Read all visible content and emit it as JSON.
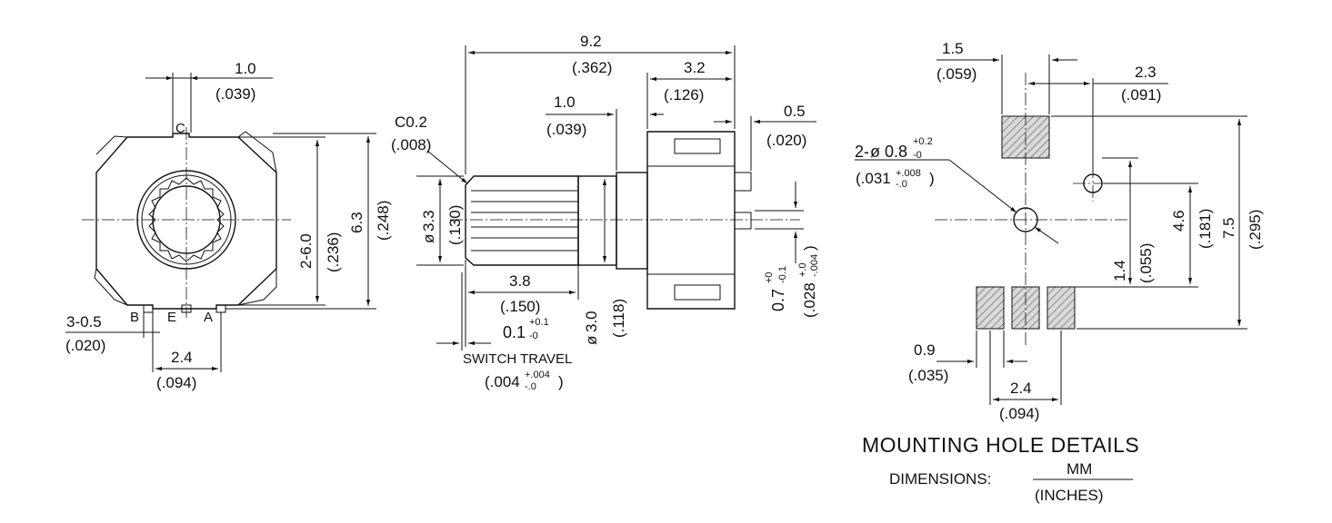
{
  "front_view": {
    "pin_width": {
      "mm": "1.0",
      "in": "(.039)"
    },
    "shaft_dia": {
      "mm": "2-6.0",
      "in": "(.236)"
    },
    "body_size": {
      "mm": "6.3",
      "in": "(.248)"
    },
    "pin_thickness": {
      "mm": "3-0.5",
      "in": "(.020)"
    },
    "pin_pitch": {
      "mm": "2.4",
      "in": "(.094)"
    },
    "pin_labels": {
      "c": "C",
      "b": "B",
      "e": "E",
      "a": "A"
    }
  },
  "side_view": {
    "overall_length": {
      "mm": "9.2",
      "in": "(.362)"
    },
    "housing_length": {
      "mm": "3.2",
      "in": "(.126)"
    },
    "collar": {
      "mm": "1.0",
      "in": "(.039)"
    },
    "terminal": {
      "mm": "0.5",
      "in": "(.020)"
    },
    "chamfer": {
      "mm": "C0.2",
      "in": "(.008)"
    },
    "knurl_dia": {
      "mm": "3.3",
      "in": "(.130)"
    },
    "knurl_length": {
      "mm": "3.8",
      "in": "(.150)"
    },
    "shaft_dia": {
      "mm": "3.0",
      "in": "(.118)"
    },
    "switch_travel": {
      "mm": "0.1",
      "tol_mm_up": "+0.1",
      "tol_mm_dn": "-0",
      "label": "SWITCH TRAVEL",
      "in": "(.004",
      "tol_in_up": "+.004",
      "tol_in_dn": "-.0",
      "in_close": ")"
    },
    "pin_offset": {
      "mm": "0.7",
      "tol_mm_up": "+0",
      "tol_mm_dn": "-0.1",
      "in": "(.028",
      "tol_in_up": "+.0",
      "tol_in_dn": "-.004",
      "in_close": ")"
    },
    "diameter_symbol": "ø"
  },
  "mounting": {
    "pad_width": {
      "mm": "1.5",
      "in": "(.059)"
    },
    "hole_offset": {
      "mm": "2.3",
      "in": "(.091)"
    },
    "hole": {
      "prefix": "2-",
      "sym": "ø",
      "mm": "0.8",
      "tol_up": "+0.2",
      "tol_dn": "-0",
      "in": "(.031",
      "tol_in_up": "+.008",
      "tol_in_dn": "-.0",
      "in_close": ")"
    },
    "row_spacing": {
      "mm": "4.6",
      "in": "(.181)"
    },
    "total_height": {
      "mm": "7.5",
      "in": "(.295)"
    },
    "hole_height": {
      "mm": "1.4",
      "in": "(.055)"
    },
    "small_pad_width": {
      "mm": "0.9",
      "in": "(.035)"
    },
    "pad_pitch": {
      "mm": "2.4",
      "in": "(.094)"
    },
    "title": "MOUNTING HOLE DETAILS",
    "dimensions_label": "DIMENSIONS:",
    "units_numerator": "MM",
    "units_denominator": "(INCHES)"
  }
}
